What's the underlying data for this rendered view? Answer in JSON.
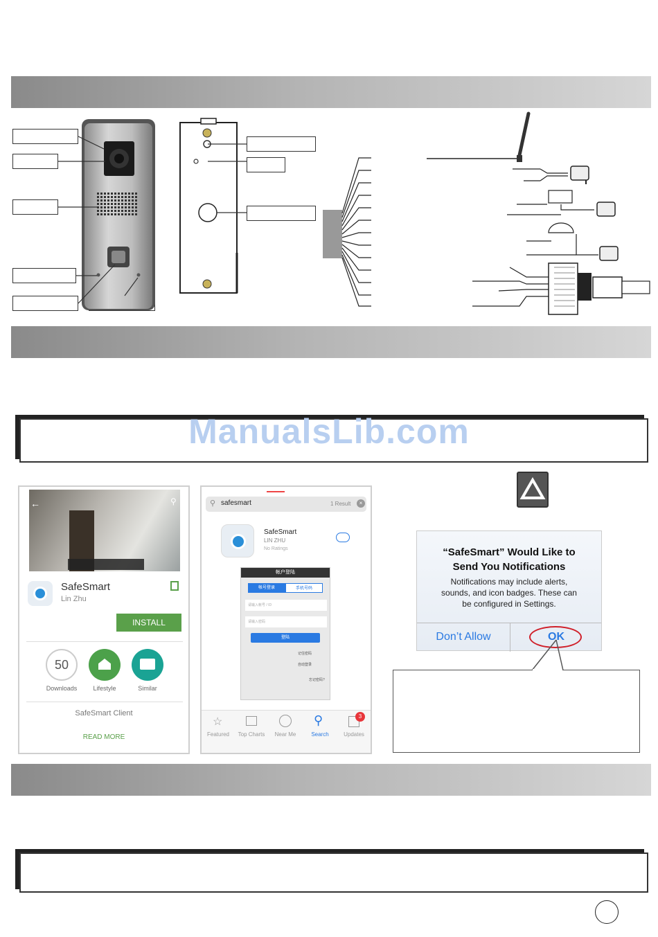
{
  "watermark": "ManualsLib.com",
  "app_listing": {
    "title": "SafeSmart",
    "developer": "Lin Zhu",
    "install_label": "INSTALL",
    "downloads_value": "50",
    "downloads_label": "Downloads",
    "category_label": "Lifestyle",
    "similar_label": "Similar",
    "description": "SafeSmart Client",
    "read_more": "READ MORE"
  },
  "app_store": {
    "search_query": "safesmart",
    "result_count": "1 Result",
    "app_name": "SafeSmart",
    "developer": "LIN ZHU",
    "ratings": "No Ratings",
    "login_header": "帐户登陆",
    "tab_account": "帐号登录",
    "tab_phone": "手机号码",
    "username_placeholder": "请输入帐号 / ID",
    "password_placeholder": "请输入密码",
    "login_button": "登陆",
    "remember": "记住密码",
    "auto_login": "自动登录",
    "forgot": "忘记密码?",
    "tabs": [
      "Featured",
      "Top Charts",
      "Near Me",
      "Search",
      "Updates"
    ],
    "updates_badge": "3"
  },
  "notification_alert": {
    "title_line1": "“SafeSmart” Would Like to",
    "title_line2": "Send You Notifications",
    "body_line1": "Notifications may include alerts,",
    "body_line2": "sounds, and icon badges. These can",
    "body_line3": "be configured in Settings.",
    "deny_label": "Don’t Allow",
    "ok_label": "OK"
  },
  "colors": {
    "install_green": "#5aa04a",
    "ios_blue": "#2a7ae2",
    "ok_circle": "#d0202a",
    "badge_red": "#e8353a"
  }
}
